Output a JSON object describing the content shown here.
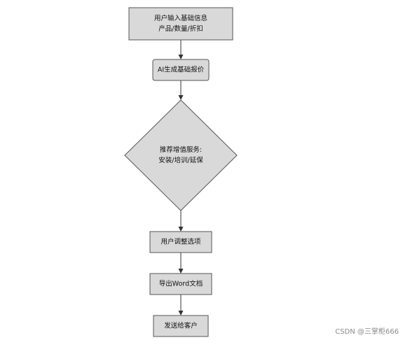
{
  "diagram": {
    "type": "flowchart",
    "colors": {
      "node_fill": "#d9d9d9",
      "node_border": "#555555",
      "edge": "#333333"
    },
    "nodes": [
      {
        "id": "input",
        "shape": "rect",
        "lines": [
          "用户输入基础信息",
          "产品/数量/折扣"
        ]
      },
      {
        "id": "quote",
        "shape": "rounded-rect",
        "lines": [
          "AI生成基础报价"
        ]
      },
      {
        "id": "recommend",
        "shape": "diamond",
        "lines": [
          "推荐增值服务:",
          "安装/培训/延保"
        ]
      },
      {
        "id": "adjust",
        "shape": "rect",
        "lines": [
          "用户调整选项"
        ]
      },
      {
        "id": "export",
        "shape": "rect",
        "lines": [
          "导出Word文档"
        ]
      },
      {
        "id": "send",
        "shape": "rect",
        "lines": [
          "发送给客户"
        ]
      }
    ],
    "edges": [
      {
        "from": "input",
        "to": "quote"
      },
      {
        "from": "quote",
        "to": "recommend"
      },
      {
        "from": "recommend",
        "to": "adjust"
      },
      {
        "from": "adjust",
        "to": "export"
      },
      {
        "from": "export",
        "to": "send"
      }
    ]
  },
  "watermark": "CSDN @三掌柜666"
}
